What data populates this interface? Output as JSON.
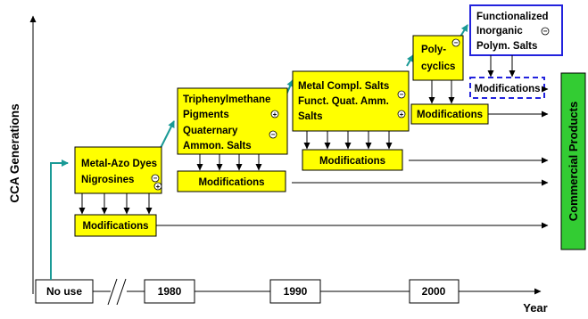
{
  "axes": {
    "ylabel": "CCA Generations",
    "xlabel": "Year",
    "timeline": [
      "No use",
      "//",
      "1980",
      "1990",
      "2000"
    ]
  },
  "generations": [
    {
      "lines": [
        "Metal-Azo Dyes",
        "Nigrosines"
      ],
      "charges": [
        "−",
        "+"
      ],
      "modifications": "Modifications"
    },
    {
      "lines": [
        "Triphenylmethane",
        "Pigments",
        "Quaternary",
        "Ammon. Salts"
      ],
      "charges": [
        "+",
        "−"
      ],
      "modifications": "Modifications"
    },
    {
      "lines": [
        "Metal Compl. Salts",
        "Funct. Quat. Amm.",
        "Salts"
      ],
      "charges": [
        "−",
        "+"
      ],
      "modifications": "Modifications"
    },
    {
      "lines": [
        "Poly-",
        "cyclics"
      ],
      "charges": [
        "−"
      ],
      "modifications": "Modifications"
    },
    {
      "lines": [
        "Functionalized",
        "Inorganic",
        "Polym. Salts"
      ],
      "charges": [
        "−"
      ],
      "modifications": "Modifications"
    }
  ],
  "commercial_products": "Commercial Products",
  "colors": {
    "box_fill": "#ffff00",
    "teal_arrow": "#1a9a96",
    "future_box_border": "#2222dd",
    "commercial_fill": "#33cc33"
  }
}
